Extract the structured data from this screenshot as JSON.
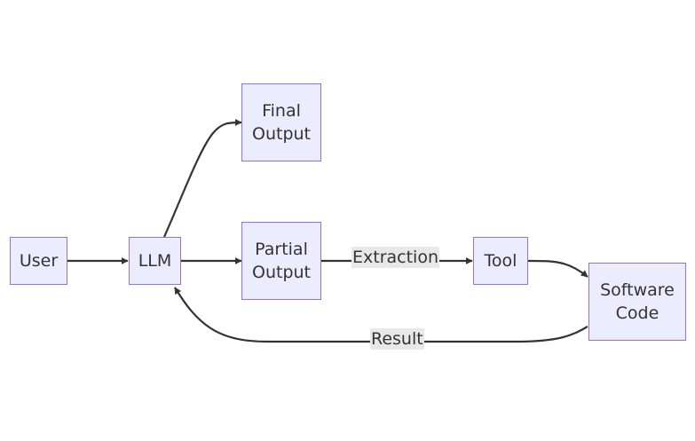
{
  "diagram": {
    "nodes": {
      "user": "User",
      "llm": "LLM",
      "final_output": "Final\nOutput",
      "partial_output": "Partial\nOutput",
      "tool": "Tool",
      "software_code": "Software\nCode"
    },
    "edges": [
      {
        "from": "User",
        "to": "LLM",
        "label": ""
      },
      {
        "from": "LLM",
        "to": "Final Output",
        "label": ""
      },
      {
        "from": "LLM",
        "to": "Partial Output",
        "label": ""
      },
      {
        "from": "Partial Output",
        "to": "Tool",
        "label": "Extraction"
      },
      {
        "from": "Tool",
        "to": "Software Code",
        "label": ""
      },
      {
        "from": "Software Code",
        "to": "LLM",
        "label": "Result"
      }
    ],
    "labels": {
      "extraction": "Extraction",
      "result": "Result"
    }
  },
  "colors": {
    "node_fill": "#ececff",
    "node_border": "#9370db",
    "edge": "#333333",
    "label_bg": "#e8e8e8"
  }
}
